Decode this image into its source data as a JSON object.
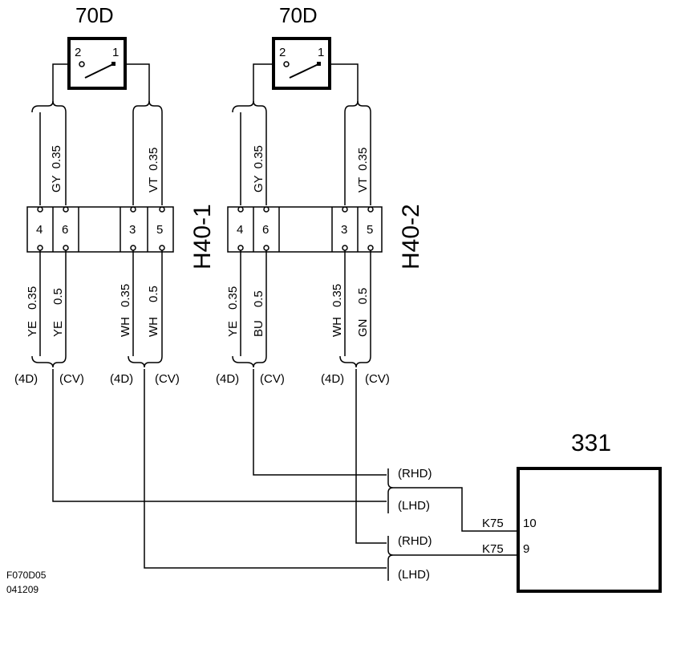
{
  "switch1": {
    "label": "70D",
    "pin_left": "2",
    "pin_right": "1"
  },
  "switch2": {
    "label": "70D",
    "pin_left": "2",
    "pin_right": "1"
  },
  "connector1": {
    "label": "H40-1",
    "pins": [
      "4",
      "6",
      "3",
      "5"
    ],
    "upper_wires": [
      {
        "color": "GY",
        "size": "0.35"
      },
      {
        "color": "VT",
        "size": "0.35"
      }
    ],
    "lower_wires": [
      {
        "color": "YE",
        "size": "0.35"
      },
      {
        "color": "YE",
        "size": "0.5"
      },
      {
        "color": "WH",
        "size": "0.35"
      },
      {
        "color": "WH",
        "size": "0.5"
      }
    ],
    "variants": [
      "(4D)",
      "(CV)",
      "(4D)",
      "(CV)"
    ]
  },
  "connector2": {
    "label": "H40-2",
    "pins": [
      "4",
      "6",
      "3",
      "5"
    ],
    "upper_wires": [
      {
        "color": "GY",
        "size": "0.35"
      },
      {
        "color": "VT",
        "size": "0.35"
      }
    ],
    "lower_wires": [
      {
        "color": "YE",
        "size": "0.35"
      },
      {
        "color": "BU",
        "size": "0.5"
      },
      {
        "color": "WH",
        "size": "0.35"
      },
      {
        "color": "GN",
        "size": "0.5"
      }
    ],
    "variants": [
      "(4D)",
      "(CV)",
      "(4D)",
      "(CV)"
    ]
  },
  "routing": {
    "upper_rhd": "(RHD)",
    "upper_lhd": "(LHD)",
    "lower_rhd": "(RHD)",
    "lower_lhd": "(LHD)"
  },
  "module": {
    "label": "331",
    "pins": [
      {
        "connector": "K75",
        "pin": "10"
      },
      {
        "connector": "K75",
        "pin": "9"
      }
    ]
  },
  "figure_code": "F070D05",
  "figure_date": "041209"
}
